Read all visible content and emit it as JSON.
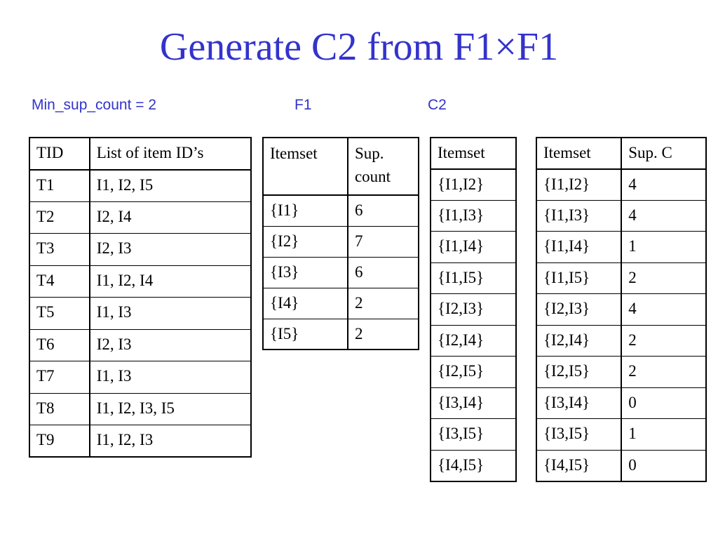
{
  "slide": {
    "title": "Generate C2 from F1×F1",
    "captions": {
      "min_sup": "Min_sup_count = 2",
      "f1": "F1",
      "c2": "C2"
    }
  },
  "transactions": {
    "headers": [
      "TID",
      "List of item ID’s"
    ],
    "rows": [
      [
        "T1",
        "I1, I2, I5"
      ],
      [
        "T2",
        "I2, I4"
      ],
      [
        "T3",
        "I2, I3"
      ],
      [
        "T4",
        "I1, I2, I4"
      ],
      [
        "T5",
        "I1, I3"
      ],
      [
        "T6",
        "I2, I3"
      ],
      [
        "T7",
        "I1, I3"
      ],
      [
        "T8",
        "I1, I2, I3, I5"
      ],
      [
        "T9",
        "I1, I2, I3"
      ]
    ]
  },
  "f1": {
    "headers": [
      "Itemset",
      "Sup. count"
    ],
    "rows": [
      [
        "{I1}",
        "6"
      ],
      [
        "{I2}",
        "7"
      ],
      [
        "{I3}",
        "6"
      ],
      [
        "{I4}",
        "2"
      ],
      [
        "{I5}",
        "2"
      ]
    ]
  },
  "c2": {
    "headers": [
      "Itemset"
    ],
    "rows": [
      [
        "{I1,I2}"
      ],
      [
        "{I1,I3}"
      ],
      [
        "{I1,I4}"
      ],
      [
        "{I1,I5}"
      ],
      [
        "{I2,I3}"
      ],
      [
        "{I2,I4}"
      ],
      [
        "{I2,I5}"
      ],
      [
        "{I3,I4}"
      ],
      [
        "{I3,I5}"
      ],
      [
        "{I4,I5}"
      ]
    ]
  },
  "c2_counts": {
    "headers": [
      "Itemset",
      "Sup. C"
    ],
    "rows": [
      [
        "{I1,I2}",
        "4"
      ],
      [
        "{I1,I3}",
        "4"
      ],
      [
        "{I1,I4}",
        "1"
      ],
      [
        "{I1,I5}",
        "2"
      ],
      [
        "{I2,I3}",
        "4"
      ],
      [
        "{I2,I4}",
        "2"
      ],
      [
        "{I2,I5}",
        "2"
      ],
      [
        "{I3,I4}",
        "0"
      ],
      [
        "{I3,I5}",
        "1"
      ],
      [
        "{I4,I5}",
        "0"
      ]
    ]
  }
}
